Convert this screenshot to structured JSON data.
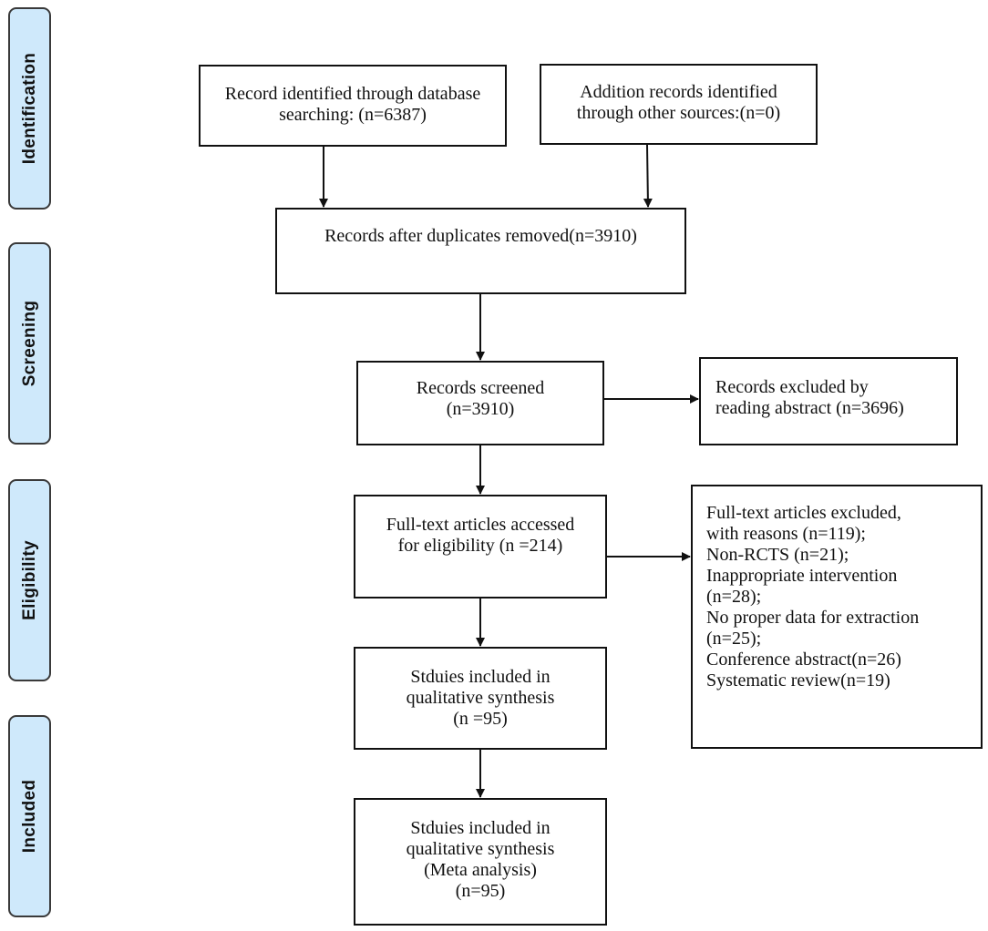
{
  "stages": {
    "identification": "Identification",
    "screening": "Screening",
    "eligibility": "Eligibility",
    "included": "Included"
  },
  "boxes": {
    "database_search": [
      "Record identified through database",
      "searching: (n=6387)"
    ],
    "other_sources": [
      "Addition records identified",
      "through other sources:(n=0)"
    ],
    "duplicates_removed": [
      "Records after duplicates removed(n=3910)"
    ],
    "screened": [
      "Records screened",
      "(n=3910)"
    ],
    "excluded_abstract": [
      "Records excluded by",
      "reading abstract (n=3696)"
    ],
    "full_text": [
      "Full-text articles accessed",
      "for eligibility (n =214)"
    ],
    "full_text_excluded": [
      "Full-text articles excluded,",
      "with reasons (n=119);",
      "Non-RCTS  (n=21);",
      "Inappropriate intervention",
      "(n=28);",
      "No proper data for extraction",
      "(n=25);",
      "Conference abstract(n=26)",
      "Systematic review(n=19)"
    ],
    "qualitative": [
      "Stduies included in",
      "qualitative synthesis",
      "(n =95)"
    ],
    "meta_analysis": [
      "Stduies included in",
      "qualitative synthesis",
      "(Meta analysis)",
      "(n=95)"
    ]
  }
}
